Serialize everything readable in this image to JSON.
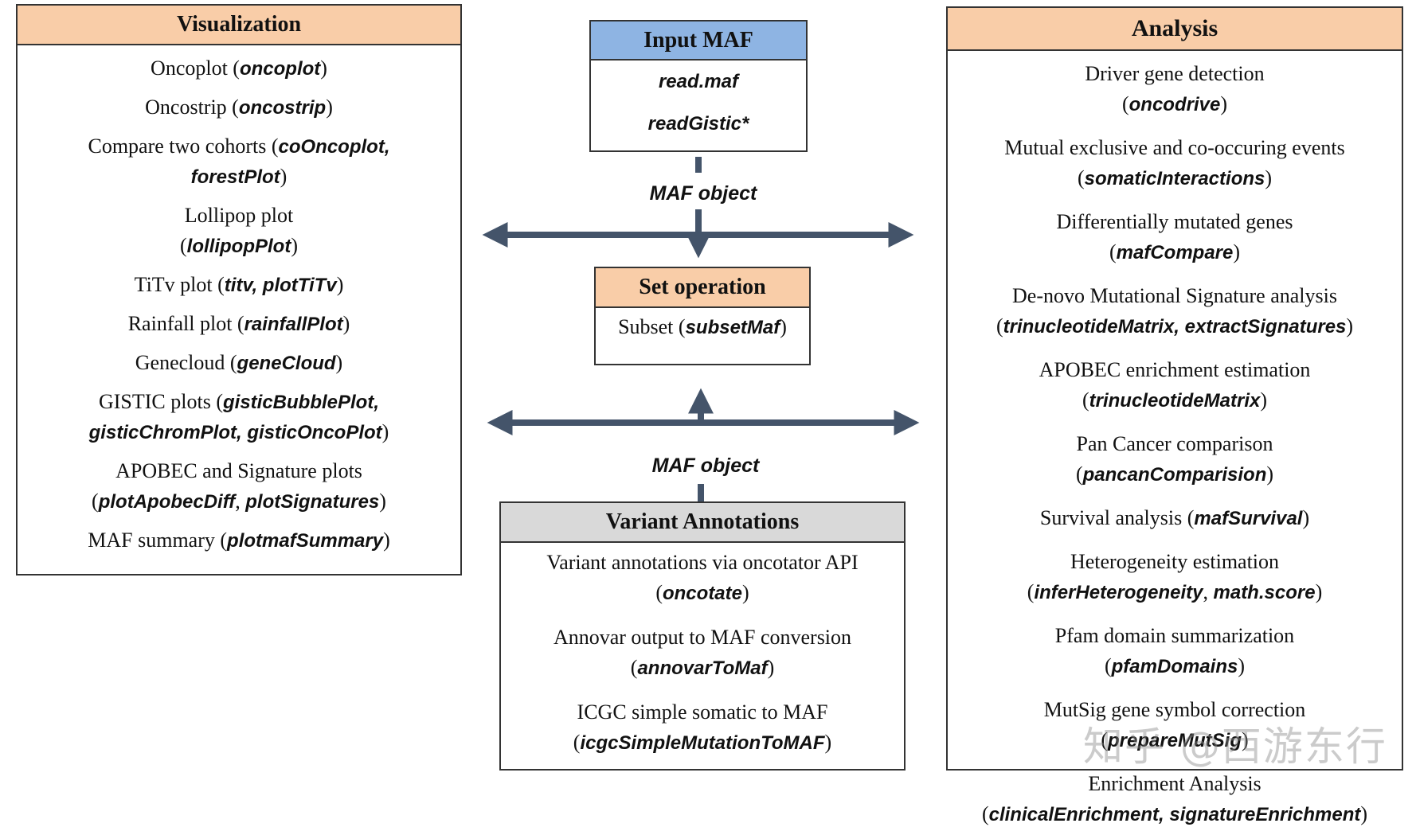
{
  "visualization": {
    "title": "Visualization",
    "items": [
      {
        "lines": [
          [
            {
              "t": "Oncoplot (",
              "s": "plain"
            },
            {
              "t": "oncoplot",
              "s": "fn"
            },
            {
              "t": ")",
              "s": "plain"
            }
          ]
        ]
      },
      {
        "lines": [
          [
            {
              "t": "Oncostrip (",
              "s": "plain"
            },
            {
              "t": "oncostrip",
              "s": "fn"
            },
            {
              "t": ")",
              "s": "plain"
            }
          ]
        ]
      },
      {
        "lines": [
          [
            {
              "t": "Compare two cohorts (",
              "s": "plain"
            },
            {
              "t": "coOncoplot,",
              "s": "fn"
            }
          ],
          [
            {
              "t": "forestPlot",
              "s": "fn"
            },
            {
              "t": ")",
              "s": "plain"
            }
          ]
        ]
      },
      {
        "lines": [
          [
            {
              "t": "Lollipop plot",
              "s": "plain"
            }
          ],
          [
            {
              "t": "(",
              "s": "plain"
            },
            {
              "t": "lollipopPlot",
              "s": "fn"
            },
            {
              "t": ")",
              "s": "plain"
            }
          ]
        ]
      },
      {
        "lines": [
          [
            {
              "t": "TiTv plot (",
              "s": "plain"
            },
            {
              "t": "titv, plotTiTv",
              "s": "fn"
            },
            {
              "t": ")",
              "s": "plain"
            }
          ]
        ]
      },
      {
        "lines": [
          [
            {
              "t": "Rainfall plot (",
              "s": "plain"
            },
            {
              "t": "rainfallPlot",
              "s": "fn"
            },
            {
              "t": ")",
              "s": "plain"
            }
          ]
        ]
      },
      {
        "lines": [
          [
            {
              "t": "Genecloud (",
              "s": "plain"
            },
            {
              "t": "geneCloud",
              "s": "fn"
            },
            {
              "t": ")",
              "s": "plain"
            }
          ]
        ]
      },
      {
        "lines": [
          [
            {
              "t": "GISTIC plots (",
              "s": "plain"
            },
            {
              "t": "gisticBubblePlot,",
              "s": "fn"
            }
          ],
          [
            {
              "t": "gisticChromPlot, gisticOncoPlot",
              "s": "fn"
            },
            {
              "t": ")",
              "s": "plain"
            }
          ]
        ]
      },
      {
        "lines": [
          [
            {
              "t": "APOBEC and Signature plots",
              "s": "plain"
            }
          ],
          [
            {
              "t": "(",
              "s": "plain"
            },
            {
              "t": "plotApobecDiff",
              "s": "fn"
            },
            {
              "t": ", ",
              "s": "plain"
            },
            {
              "t": "plotSignatures",
              "s": "fn"
            },
            {
              "t": ")",
              "s": "plain"
            }
          ]
        ]
      },
      {
        "lines": [
          [
            {
              "t": "MAF summary (",
              "s": "plain"
            },
            {
              "t": "plotmafSummary",
              "s": "fn"
            },
            {
              "t": ")",
              "s": "plain"
            }
          ]
        ]
      }
    ]
  },
  "input_maf": {
    "title": "Input MAF",
    "items": [
      {
        "lines": [
          [
            {
              "t": "read.maf",
              "s": "fn"
            }
          ]
        ]
      },
      {
        "lines": [
          [
            {
              "t": "readGistic*",
              "s": "fn"
            }
          ]
        ]
      }
    ]
  },
  "set_operation": {
    "title": "Set operation",
    "items": [
      {
        "lines": [
          [
            {
              "t": "Subset (",
              "s": "plain"
            },
            {
              "t": "subsetMaf",
              "s": "fn"
            },
            {
              "t": ")",
              "s": "plain"
            }
          ]
        ]
      }
    ]
  },
  "variant_annotations": {
    "title": "Variant Annotations",
    "items": [
      {
        "lines": [
          [
            {
              "t": "Variant annotations via oncotator API",
              "s": "plain"
            }
          ],
          [
            {
              "t": "(",
              "s": "plain"
            },
            {
              "t": "oncotate",
              "s": "fn"
            },
            {
              "t": ")",
              "s": "plain"
            }
          ]
        ]
      },
      {
        "lines": [
          [
            {
              "t": "Annovar output to MAF conversion",
              "s": "plain"
            }
          ],
          [
            {
              "t": "(",
              "s": "plain"
            },
            {
              "t": "annovarToMaf",
              "s": "fn"
            },
            {
              "t": ")",
              "s": "plain"
            }
          ]
        ]
      },
      {
        "lines": [
          [
            {
              "t": "ICGC simple somatic to MAF",
              "s": "plain"
            }
          ],
          [
            {
              "t": "(",
              "s": "plain"
            },
            {
              "t": "icgcSimpleMutationToMAF",
              "s": "fn"
            },
            {
              "t": ")",
              "s": "plain"
            }
          ]
        ]
      }
    ]
  },
  "analysis": {
    "title": "Analysis",
    "items": [
      {
        "lines": [
          [
            {
              "t": "Driver gene detection",
              "s": "plain"
            }
          ],
          [
            {
              "t": "(",
              "s": "plain"
            },
            {
              "t": "oncodrive",
              "s": "fn"
            },
            {
              "t": ")",
              "s": "plain"
            }
          ]
        ]
      },
      {
        "lines": [
          [
            {
              "t": "Mutual exclusive and co-occuring events",
              "s": "plain"
            }
          ],
          [
            {
              "t": "(",
              "s": "plain"
            },
            {
              "t": "somaticInteractions",
              "s": "fn"
            },
            {
              "t": ")",
              "s": "plain"
            }
          ]
        ]
      },
      {
        "lines": [
          [
            {
              "t": "Differentially mutated genes",
              "s": "plain"
            }
          ],
          [
            {
              "t": "(",
              "s": "plain"
            },
            {
              "t": "mafCompare",
              "s": "fn"
            },
            {
              "t": ")",
              "s": "plain"
            }
          ]
        ]
      },
      {
        "lines": [
          [
            {
              "t": "De-novo Mutational Signature analysis",
              "s": "plain"
            }
          ],
          [
            {
              "t": "(",
              "s": "plain"
            },
            {
              "t": "trinucleotideMatrix, extractSignatures",
              "s": "fn"
            },
            {
              "t": ")",
              "s": "plain"
            }
          ]
        ]
      },
      {
        "lines": [
          [
            {
              "t": "APOBEC enrichment estimation",
              "s": "plain"
            }
          ],
          [
            {
              "t": "(",
              "s": "plain"
            },
            {
              "t": "trinucleotideMatrix",
              "s": "fn"
            },
            {
              "t": ")",
              "s": "plain"
            }
          ]
        ]
      },
      {
        "lines": [
          [
            {
              "t": "Pan Cancer comparison",
              "s": "plain"
            }
          ],
          [
            {
              "t": "(",
              "s": "plain"
            },
            {
              "t": "pancanComparision",
              "s": "fn"
            },
            {
              "t": ")",
              "s": "plain"
            }
          ]
        ]
      },
      {
        "lines": [
          [
            {
              "t": "Survival analysis (",
              "s": "plain"
            },
            {
              "t": "mafSurvival",
              "s": "fn"
            },
            {
              "t": ")",
              "s": "plain"
            }
          ]
        ]
      },
      {
        "lines": [
          [
            {
              "t": "Heterogeneity estimation",
              "s": "plain"
            }
          ],
          [
            {
              "t": "(",
              "s": "plain"
            },
            {
              "t": "inferHeterogeneity",
              "s": "fn"
            },
            {
              "t": ", ",
              "s": "plain"
            },
            {
              "t": "math.score",
              "s": "fn"
            },
            {
              "t": ")",
              "s": "plain"
            }
          ]
        ]
      },
      {
        "lines": [
          [
            {
              "t": "Pfam domain summarization",
              "s": "plain"
            }
          ],
          [
            {
              "t": "(",
              "s": "plain"
            },
            {
              "t": "pfamDomains",
              "s": "fn"
            },
            {
              "t": ")",
              "s": "plain"
            }
          ]
        ]
      },
      {
        "lines": [
          [
            {
              "t": "MutSig gene symbol correction",
              "s": "plain"
            }
          ],
          [
            {
              "t": "(",
              "s": "plain"
            },
            {
              "t": "prepareMutSig",
              "s": "fn"
            },
            {
              "t": ")",
              "s": "plain"
            }
          ]
        ]
      },
      {
        "lines": [
          [
            {
              "t": "Enrichment Analysis",
              "s": "plain"
            }
          ],
          [
            {
              "t": "(",
              "s": "plain"
            },
            {
              "t": "clinicalEnrichment, signatureEnrichment",
              "s": "fn"
            },
            {
              "t": ")",
              "s": "plain"
            }
          ]
        ]
      }
    ]
  },
  "labels": {
    "maf_object_top": "MAF object",
    "maf_object_bottom": "MAF object"
  },
  "watermark": "知乎 @西游东行",
  "colors": {
    "header_peach": "#f9cda8",
    "header_blue": "#8eb4e3",
    "header_gray": "#d9d9d9",
    "arrow": "#44546a"
  }
}
